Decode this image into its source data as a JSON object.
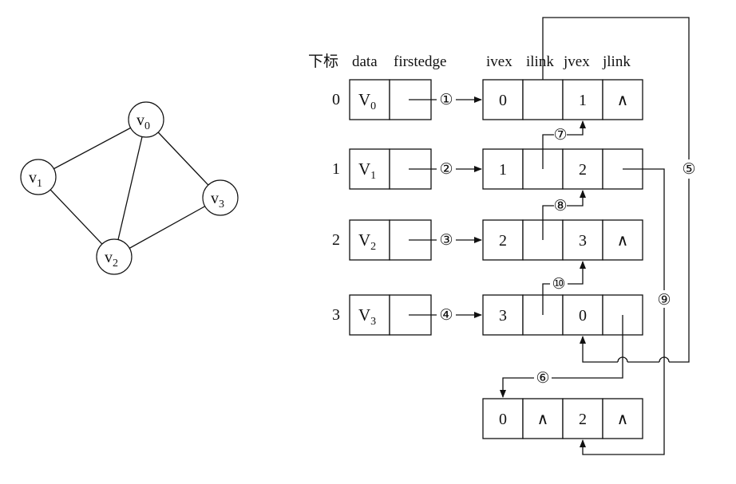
{
  "graph": {
    "vertices": [
      {
        "id": "v0",
        "label": "v",
        "sub": "0"
      },
      {
        "id": "v1",
        "label": "v",
        "sub": "1"
      },
      {
        "id": "v2",
        "label": "v",
        "sub": "2"
      },
      {
        "id": "v3",
        "label": "v",
        "sub": "3"
      }
    ],
    "edges": [
      [
        "v0",
        "v1"
      ],
      [
        "v0",
        "v2"
      ],
      [
        "v0",
        "v3"
      ],
      [
        "v1",
        "v2"
      ],
      [
        "v2",
        "v3"
      ]
    ]
  },
  "headers": {
    "index": "下标",
    "data": "data",
    "firstedge": "firstedge",
    "ivex": "ivex",
    "ilink": "ilink",
    "jvex": "jvex",
    "jlink": "jlink"
  },
  "vertex_table": [
    {
      "index": "0",
      "data": "V",
      "sub": "0"
    },
    {
      "index": "1",
      "data": "V",
      "sub": "1"
    },
    {
      "index": "2",
      "data": "V",
      "sub": "2"
    },
    {
      "index": "3",
      "data": "V",
      "sub": "3"
    }
  ],
  "edge_nodes": [
    {
      "ivex": "0",
      "ilink": "",
      "jvex": "1",
      "jlink": "∧"
    },
    {
      "ivex": "1",
      "ilink": "",
      "jvex": "2",
      "jlink": ""
    },
    {
      "ivex": "2",
      "ilink": "",
      "jvex": "3",
      "jlink": "∧"
    },
    {
      "ivex": "3",
      "ilink": "",
      "jvex": "0",
      "jlink": ""
    },
    {
      "ivex": "0",
      "ilink": "∧",
      "jvex": "2",
      "jlink": "∧"
    }
  ],
  "pointer_labels": [
    "①",
    "②",
    "③",
    "④",
    "⑤",
    "⑥",
    "⑦",
    "⑧",
    "⑨",
    "⑩"
  ]
}
